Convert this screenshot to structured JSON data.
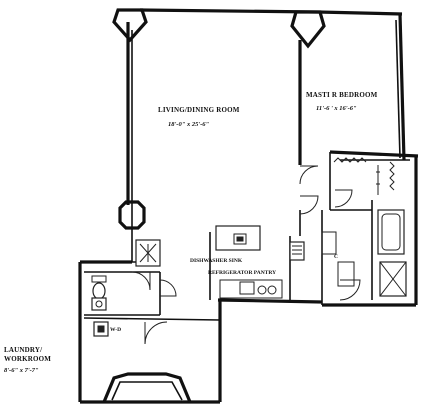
{
  "rooms": {
    "living": {
      "name": "LIVING/DINING ROOM",
      "dims": "18'-0\" x 25'-6\""
    },
    "bedroom": {
      "name": "MASTI  R BEDROOM",
      "dims": "11'-6 ' x 16'-6\""
    },
    "laundry": {
      "name_line1": "LAUNDRY/",
      "name_line2": "WORKROOM",
      "dims": "8'-6\" x 7'-7\""
    }
  },
  "fixtures": {
    "dishwasher_sink": "DISHWASHER SINK",
    "refrigerator_pantry": "REFRIGERATOR PANTRY",
    "washer_dryer": "W-D",
    "closet_c": "C"
  }
}
